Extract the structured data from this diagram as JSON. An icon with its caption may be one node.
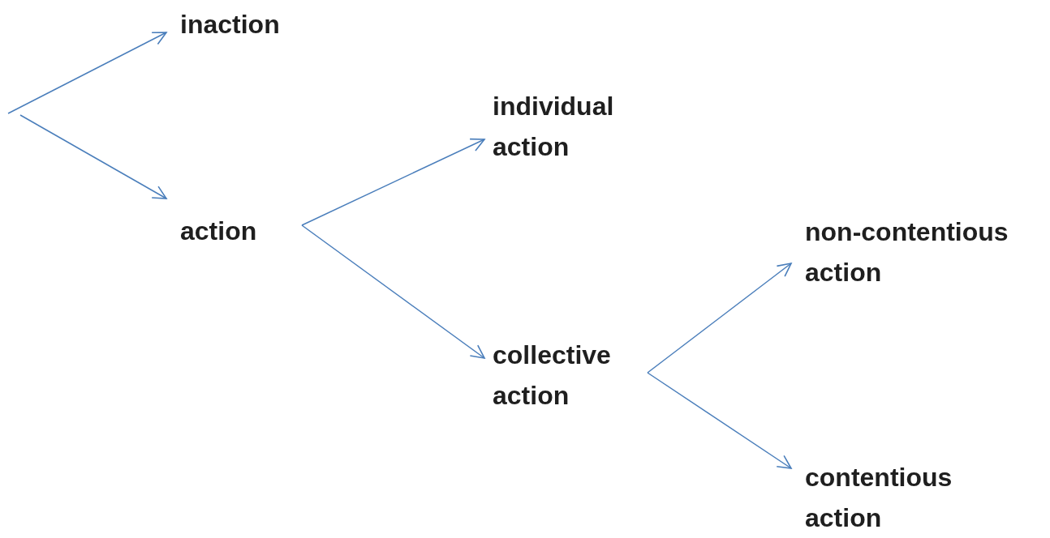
{
  "diagram": {
    "nodes": [
      {
        "text": [
          "inaction"
        ]
      },
      {
        "text": [
          "action"
        ]
      },
      {
        "text": [
          "individual action"
        ]
      },
      {
        "text": [
          "collective action"
        ]
      },
      {
        "text": [
          "non-contentious action"
        ]
      },
      {
        "text": [
          "contentious action"
        ]
      }
    ],
    "edges": [
      {
        "from": null,
        "to": 0,
        "arrow": "to"
      },
      {
        "from": null,
        "to": 1,
        "arrow": "to"
      },
      {
        "from": 1,
        "to": 2,
        "arrow": "to"
      },
      {
        "from": 1,
        "to": 3,
        "arrow": "to"
      },
      {
        "from": 3,
        "to": 4,
        "arrow": "to"
      },
      {
        "from": 3,
        "to": 5,
        "arrow": "to"
      }
    ]
  }
}
